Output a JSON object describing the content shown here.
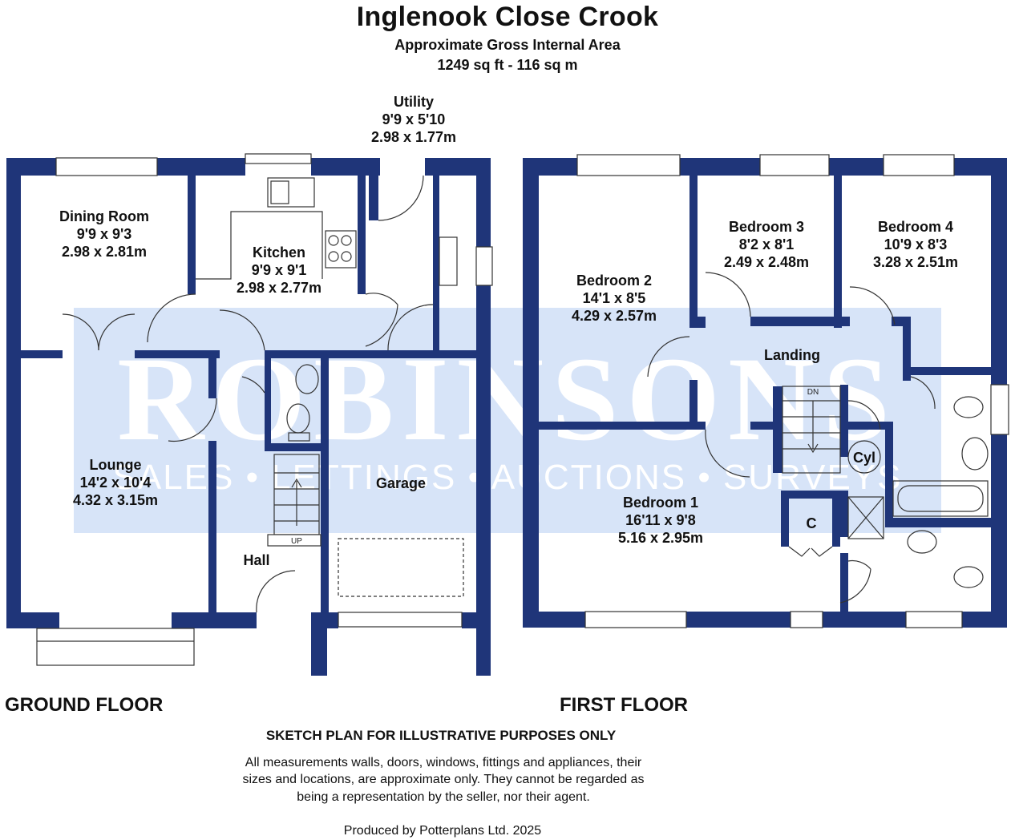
{
  "header": {
    "title": "Inglenook Close Crook",
    "subtitle": "Approximate Gross Internal Area",
    "area": "1249 sq ft - 116 sq m"
  },
  "floors": {
    "ground": "GROUND FLOOR",
    "first": "FIRST FLOOR"
  },
  "rooms": {
    "utility": {
      "name": "Utility",
      "imperial": "9'9 x 5'10",
      "metric": "2.98 x 1.77m"
    },
    "dining": {
      "name": "Dining Room",
      "imperial": "9'9 x 9'3",
      "metric": "2.98 x 2.81m"
    },
    "kitchen": {
      "name": "Kitchen",
      "imperial": "9'9 x 9'1",
      "metric": "2.98 x 2.77m"
    },
    "lounge": {
      "name": "Lounge",
      "imperial": "14'2 x 10'4",
      "metric": "4.32 x 3.15m"
    },
    "garage": {
      "name": "Garage"
    },
    "hall": {
      "name": "Hall"
    },
    "bedroom2": {
      "name": "Bedroom 2",
      "imperial": "14'1 x 8'5",
      "metric": "4.29 x 2.57m"
    },
    "bedroom3": {
      "name": "Bedroom 3",
      "imperial": "8'2 x 8'1",
      "metric": "2.49 x 2.48m"
    },
    "bedroom4": {
      "name": "Bedroom 4",
      "imperial": "10'9 x 8'3",
      "metric": "3.28 x 2.51m"
    },
    "landing": {
      "name": "Landing"
    },
    "bedroom1": {
      "name": "Bedroom 1",
      "imperial": "16'11 x 9'8",
      "metric": "5.16 x 2.95m"
    }
  },
  "markers": {
    "up": "UP",
    "dn": "DN",
    "cyl": "Cyl",
    "cupboard": "C"
  },
  "watermark": {
    "brand": "ROBINSONS",
    "tagline": "SALES • LETTINGS • AUCTIONS • SURVEYS"
  },
  "footer": {
    "sketch": "SKETCH PLAN FOR ILLUSTRATIVE PURPOSES ONLY",
    "disclaimer_1": "All measurements walls, doors, windows, fittings and appliances, their",
    "disclaimer_2": "sizes and locations, are approximate only. They cannot be regarded as",
    "disclaimer_3": "being a representation by the seller, nor their agent.",
    "produced": "Produced by Potterplans Ltd. 2025"
  },
  "colors": {
    "wall": "#1f3579",
    "watermark_panel": "#d7e4f8",
    "watermark_text": "#ffffff"
  }
}
